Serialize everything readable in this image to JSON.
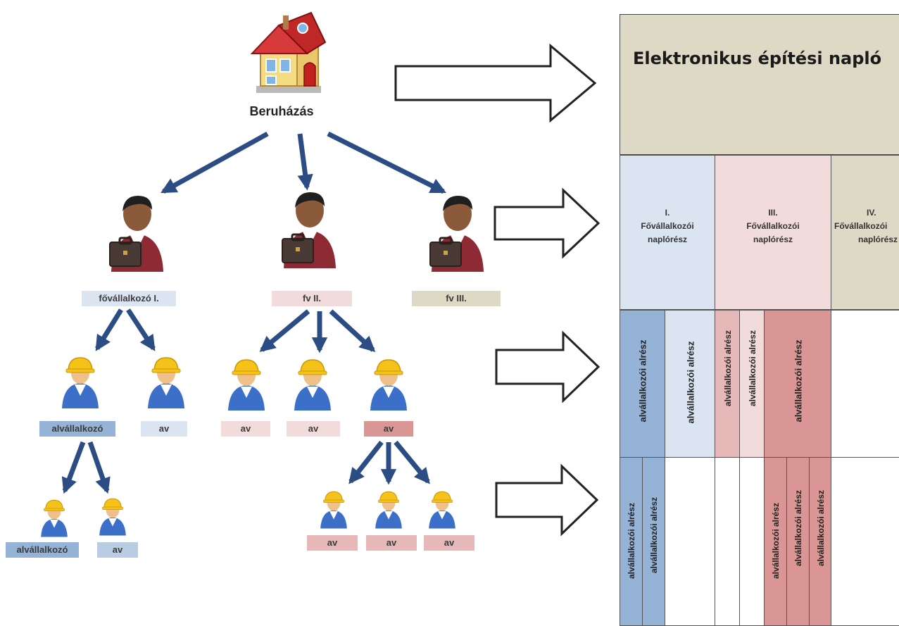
{
  "root": {
    "label": "Beruházás"
  },
  "main_contractors": [
    {
      "label": "fővállalkozó I.",
      "color": "#dbe5f1"
    },
    {
      "label": "fv II.",
      "color": "#f2dcdb"
    },
    {
      "label": "fv III.",
      "color": "#ddd9c4"
    }
  ],
  "subcontractors_l1": [
    {
      "label": "alvállalkozó",
      "color": "#95b3d7"
    },
    {
      "label": "av",
      "color": "#dbe5f1"
    },
    {
      "label": "av",
      "color": "#f2dcdb"
    },
    {
      "label": "av",
      "color": "#f2dcdb"
    },
    {
      "label": "av",
      "color": "#da9694"
    }
  ],
  "subcontractors_l2": [
    {
      "label": "alvállalkozó",
      "color": "#95b3d7"
    },
    {
      "label": "av",
      "color": "#b8cce4"
    },
    {
      "label": "av",
      "color": "#e6b8b7"
    },
    {
      "label": "av",
      "color": "#e6b8b7"
    },
    {
      "label": "av",
      "color": "#e6b8b7"
    }
  ],
  "log": {
    "title": "Elektronikus építési napló",
    "parts": [
      {
        "number": "I.",
        "line1": "Fővállalkozói",
        "line2": "naplórész",
        "color": "#dbe5f1"
      },
      {
        "number": "III.",
        "line1": "Fővállalkozói",
        "line2": "naplórész",
        "color": "#f2dcdb"
      },
      {
        "number": "IV.",
        "line1": "Fővállalkozói",
        "line2": "naplórész",
        "color": "#ddd9c4"
      }
    ],
    "subpart_label": "alvállalkozói alrész"
  }
}
